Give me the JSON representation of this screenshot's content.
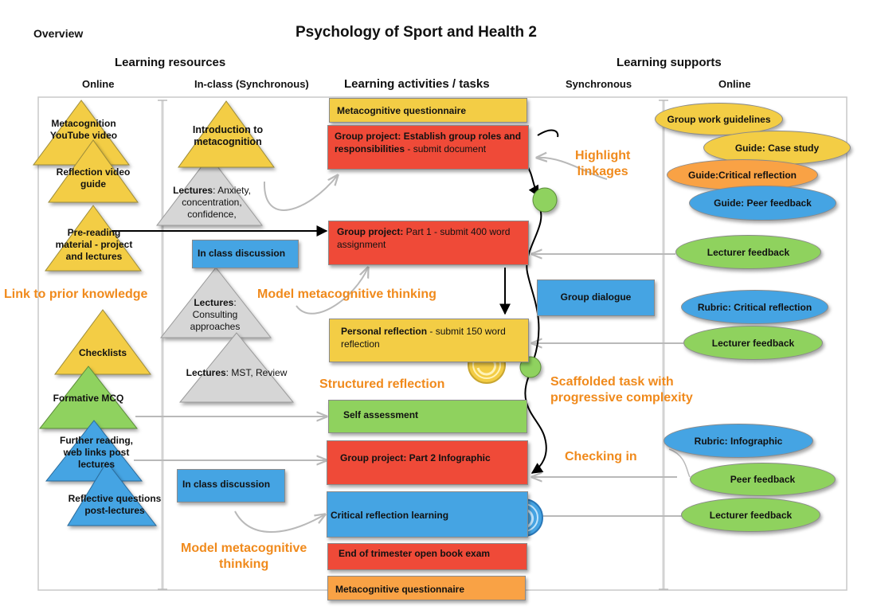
{
  "header": {
    "overview": "Overview",
    "title": "Psychology of Sport and Health 2",
    "learning_resources": "Learning resources",
    "learning_supports": "Learning supports",
    "online_left": "Online",
    "in_class": "In-class (Synchronous)",
    "activities": "Learning activities / tasks",
    "synchronous": "Synchronous",
    "online_right": "Online"
  },
  "online_resources": [
    {
      "label": "Metacognition\nYouTube video",
      "color": "#f3cd45"
    },
    {
      "label": "Reflection video\nguide",
      "color": "#f3cd45"
    },
    {
      "label": "Pre-reading\nmaterial - project\nand lectures",
      "color": "#f3cd45"
    },
    {
      "label": "Checklists",
      "color": "#f3cd45"
    },
    {
      "label": "Formative MCQ",
      "color": "#8fd25e"
    },
    {
      "label": "Further reading,\nweb links post\nlectures",
      "color": "#45a4e3"
    },
    {
      "label": "Reflective questions\npost-lectures",
      "color": "#45a4e3"
    }
  ],
  "inclass_resources": {
    "intro": "Introduction to\nmetacognition",
    "lecture1_bold": "Lectures",
    "lecture1_rest": ": Anxiety,\nconcentration,\nconfidence,",
    "discussion1": "In class discussion",
    "lecture2_bold": "Lectures",
    "lecture2_rest": ":\nConsulting\napproaches",
    "lecture3_bold": "Lectures",
    "lecture3_rest": ": MST, Review",
    "discussion2": "In class discussion"
  },
  "activities": {
    "a1": "Metacognitive questionnaire",
    "a2_bold": "Group project: Establish group roles and responsibilities",
    "a2_rest": " - submit document",
    "a3_bold": "Group project:",
    "a3_rest": " Part 1 - submit 400 word assignment",
    "a4_bold": "Personal reflection",
    "a4_rest": " - submit 150 word reflection",
    "a5": "Self assessment",
    "a6": "Group project: Part 2 Infographic",
    "a7": "Critical reflection learning",
    "a8": "End of trimester open book exam",
    "a9": "Metacognitive questionnaire"
  },
  "sync_supports": {
    "group_dialogue": "Group dialogue"
  },
  "online_supports": [
    {
      "label": "Group work guidelines",
      "color": "#f3cd45"
    },
    {
      "label": "Guide: Case study",
      "color": "#f3cd45"
    },
    {
      "label": "Guide:Critical reflection",
      "color": "#f9a245"
    },
    {
      "label": "Guide: Peer feedback",
      "color": "#45a4e3"
    },
    {
      "label": "Lecturer feedback",
      "color": "#8fd25e"
    },
    {
      "label": "Rubric: Critical reflection",
      "color": "#45a4e3"
    },
    {
      "label": "Lecturer feedback",
      "color": "#8fd25e"
    },
    {
      "label": "Rubric: Infographic",
      "color": "#45a4e3"
    },
    {
      "label": "Peer feedback",
      "color": "#8fd25e"
    },
    {
      "label": "Lecturer feedback",
      "color": "#8fd25e"
    }
  ],
  "annotations": {
    "highlight": "Highlight\nlinkages",
    "prior": "Link to prior knowledge",
    "model1": "Model metacognitive thinking",
    "structured": "Structured reflection",
    "scaffolded": "Scaffolded task with\nprogressive complexity",
    "checking": "Checking in",
    "model2": "Model metacognitive\nthinking"
  }
}
